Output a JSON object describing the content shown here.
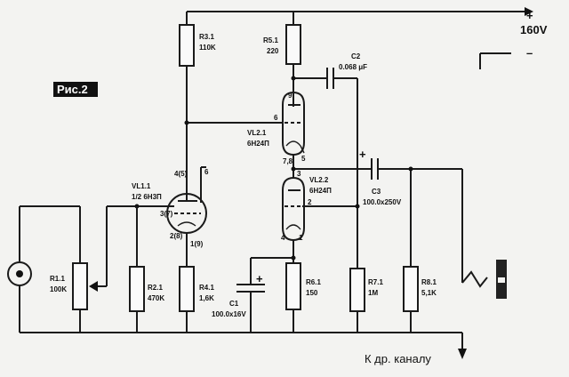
{
  "figure_label": "Рис.2",
  "supply": {
    "plus": "+",
    "voltage": "160V",
    "minus": "–"
  },
  "output_label": "К др. каналу",
  "resistors": {
    "r3": {
      "name": "R3.1",
      "value": "110K"
    },
    "r5": {
      "name": "R5.1",
      "value": "220"
    },
    "r1": {
      "name": "R1.1",
      "value": "100K"
    },
    "r2": {
      "name": "R2.1",
      "value": "470K"
    },
    "r4": {
      "name": "R4.1",
      "value": "1,6K"
    },
    "r6": {
      "name": "R6.1",
      "value": "150"
    },
    "r7": {
      "name": "R7.1",
      "value": "1M"
    },
    "r8": {
      "name": "R8.1",
      "value": "5,1K"
    }
  },
  "capacitors": {
    "c1": {
      "name": "C1",
      "value": "100.0x16V",
      "plus": "+"
    },
    "c2": {
      "name": "C2",
      "value": "0.068 μF"
    },
    "c3": {
      "name": "C3",
      "value": "100.0x250V",
      "plus": "+"
    }
  },
  "tubes": {
    "vl1": {
      "name": "VL1.1",
      "type": "1/2 6Н3П",
      "pins": {
        "p4": "4(5)",
        "p6": "6",
        "p3": "3(7)",
        "p2": "2(8)",
        "p1": "1(9)"
      }
    },
    "vl21": {
      "name": "VL2.1",
      "type": "6Н24П",
      "pins": {
        "p9": "9",
        "p6": "6",
        "p78": "7,8",
        "p5": "5"
      }
    },
    "vl22": {
      "name": "VL2.2",
      "type": "6Н24П",
      "pins": {
        "p3": "3",
        "p2": "2",
        "p4": "4",
        "p1": "1"
      }
    }
  }
}
